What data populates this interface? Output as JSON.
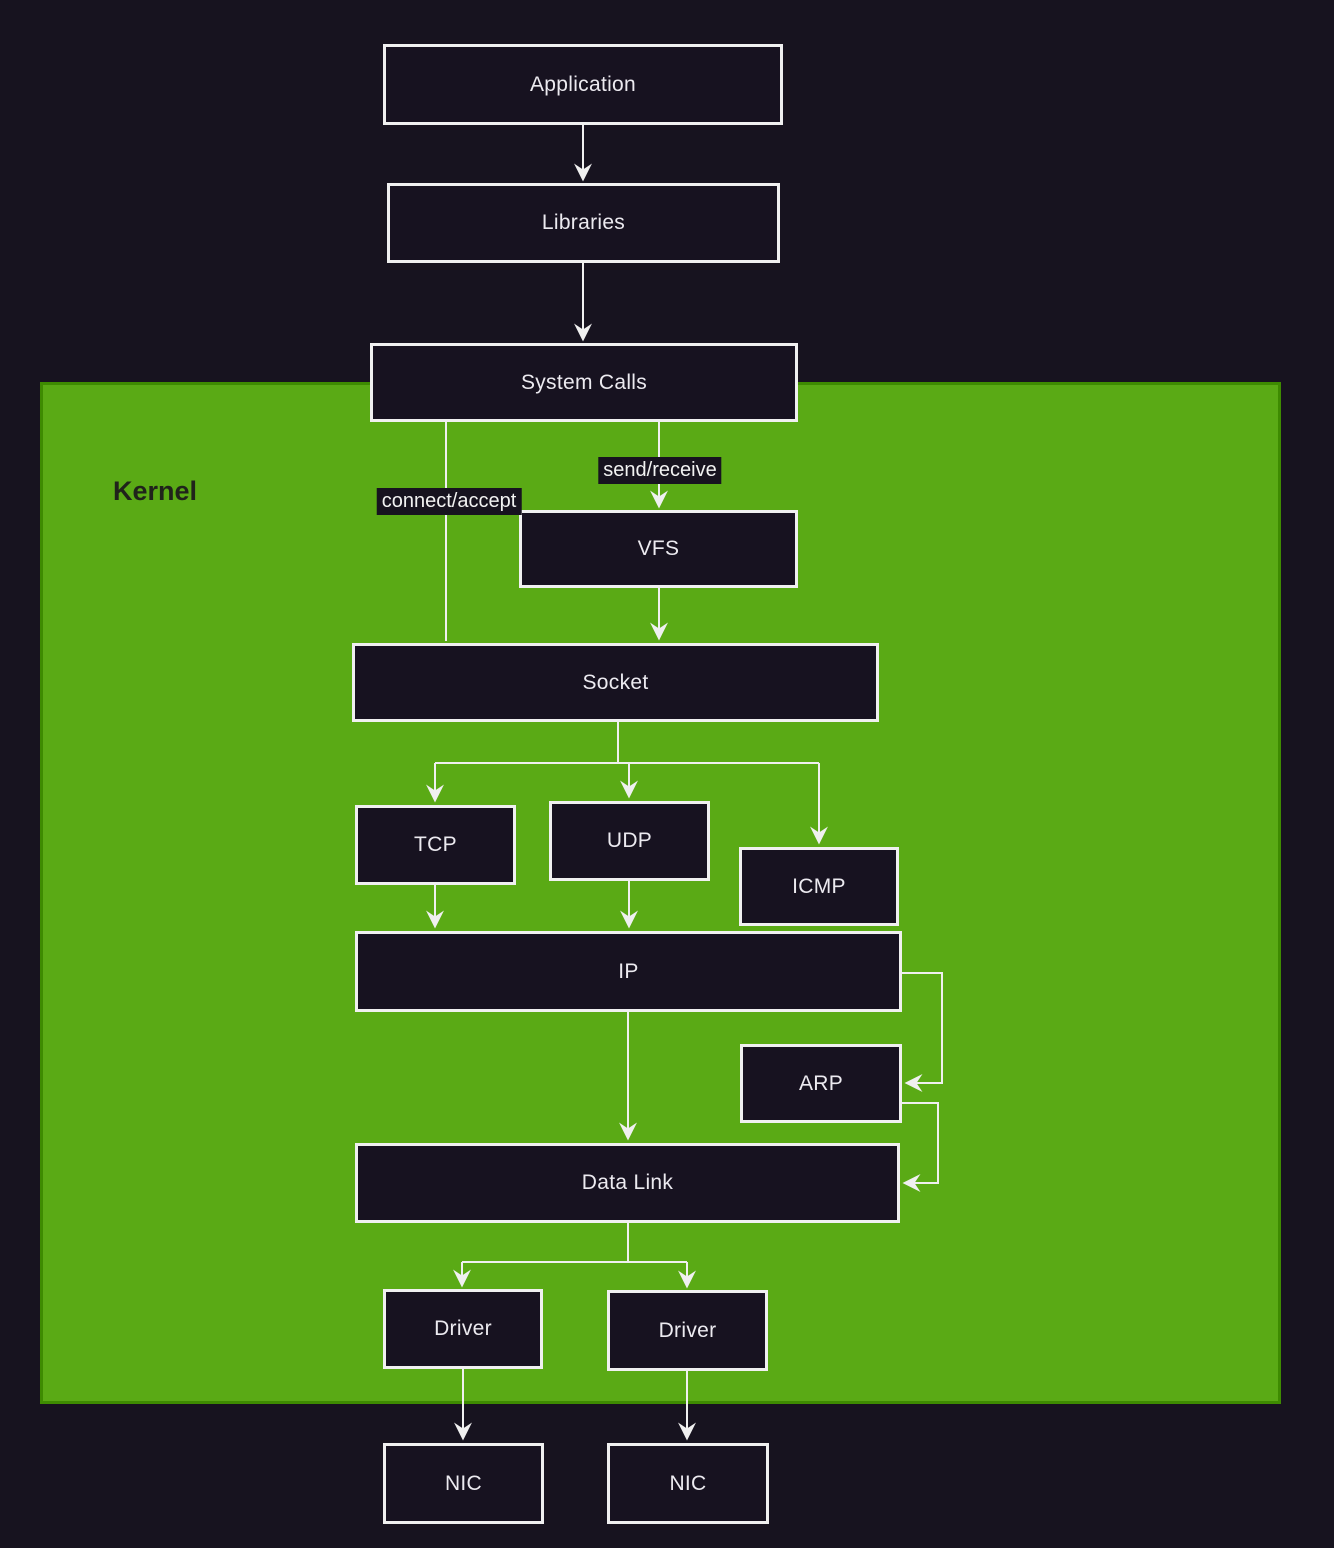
{
  "diagram": {
    "kernel_label": "Kernel",
    "edge_labels": {
      "send_receive": "send/receive",
      "connect_accept": "connect/accept"
    },
    "nodes": {
      "application": "Application",
      "libraries": "Libraries",
      "system_calls": "System Calls",
      "vfs": "VFS",
      "socket": "Socket",
      "tcp": "TCP",
      "udp": "UDP",
      "icmp": "ICMP",
      "ip": "IP",
      "arp": "ARP",
      "data_link": "Data Link",
      "driver_left": "Driver",
      "driver_right": "Driver",
      "nic_left": "NIC",
      "nic_right": "NIC"
    },
    "colors": {
      "background": "#17131f",
      "kernel_fill": "#5aaa15",
      "kernel_border": "#3e8b01",
      "node_fill": "#171220",
      "node_border": "#f0f0f0",
      "node_text": "#eceaf0",
      "kernel_text": "#20231b",
      "line": "#f0f0f0",
      "label_bg": "#17131f",
      "label_text": "#f2f2f2"
    }
  }
}
